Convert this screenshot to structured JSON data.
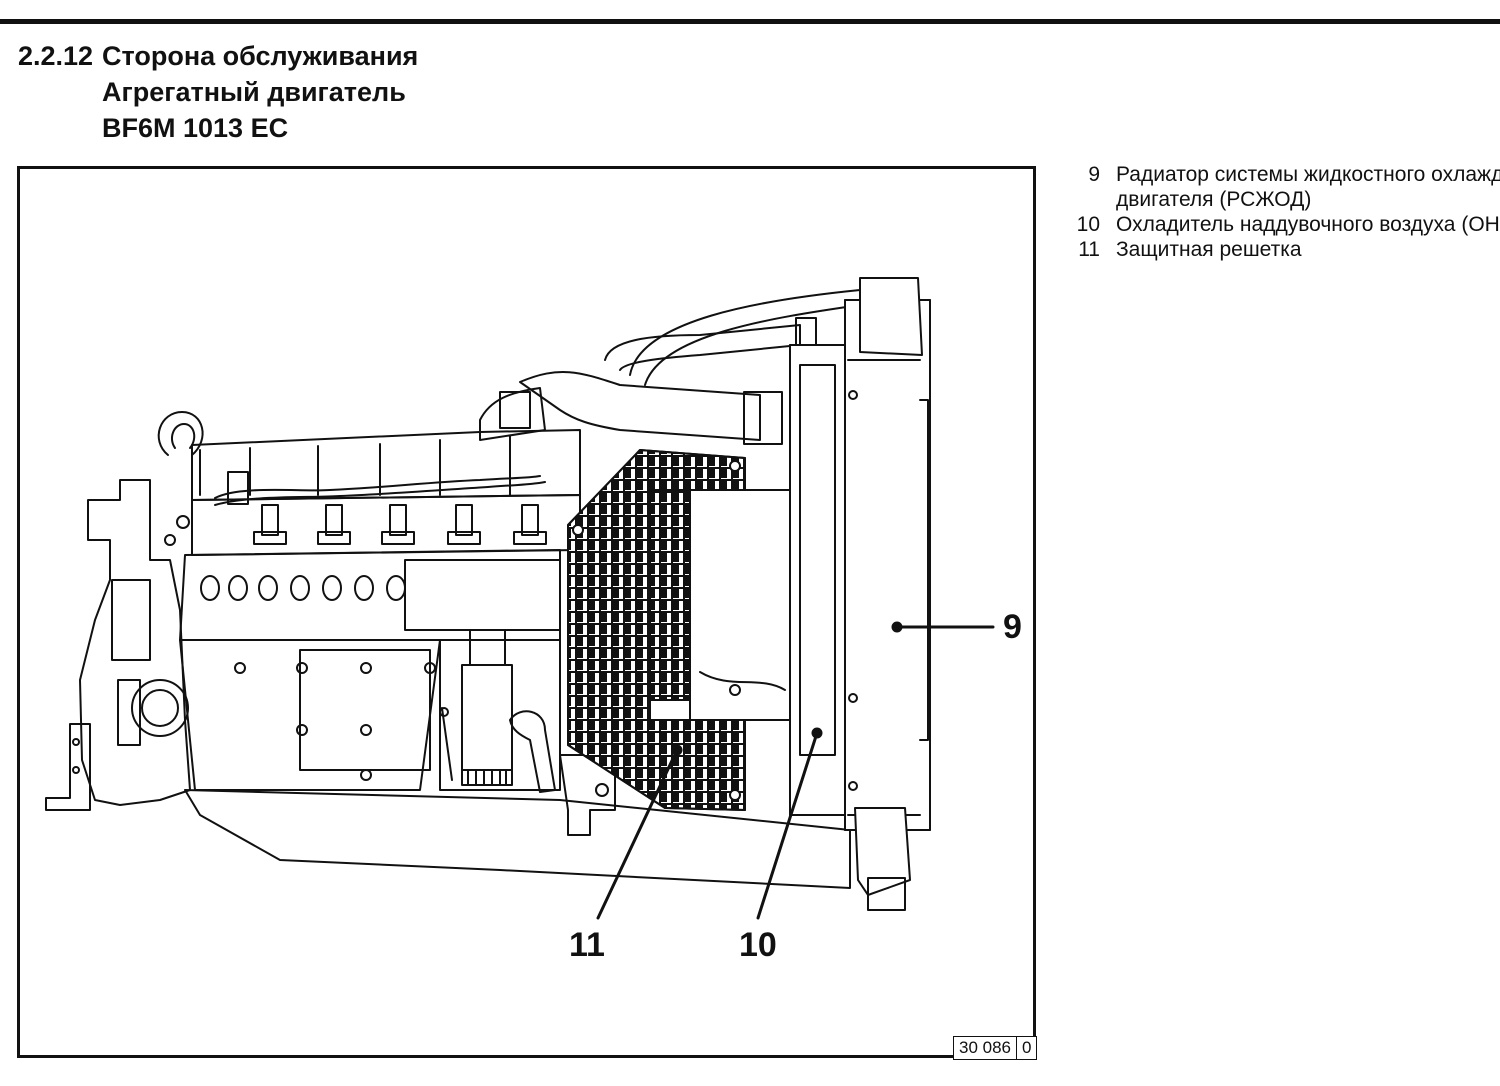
{
  "header": {
    "section_number": "2.2.12",
    "title": "Сторона обслуживания",
    "subtitle_1": "Агрегатный двигатель",
    "subtitle_2": "BF6M 1013 EC"
  },
  "legend": {
    "items": [
      {
        "num": "9",
        "text": "Радиатор системы жидкостного охлаждения",
        "text2": "двигателя (РСЖОД)"
      },
      {
        "num": "10",
        "text": "Охладитель наддувочного воздуха (ОНВ)",
        "text2": ""
      },
      {
        "num": "11",
        "text": "Защитная решетка",
        "text2": ""
      }
    ]
  },
  "figure": {
    "callouts": [
      "9",
      "10",
      "11"
    ],
    "code_main": "30 086",
    "code_suffix": "0"
  }
}
